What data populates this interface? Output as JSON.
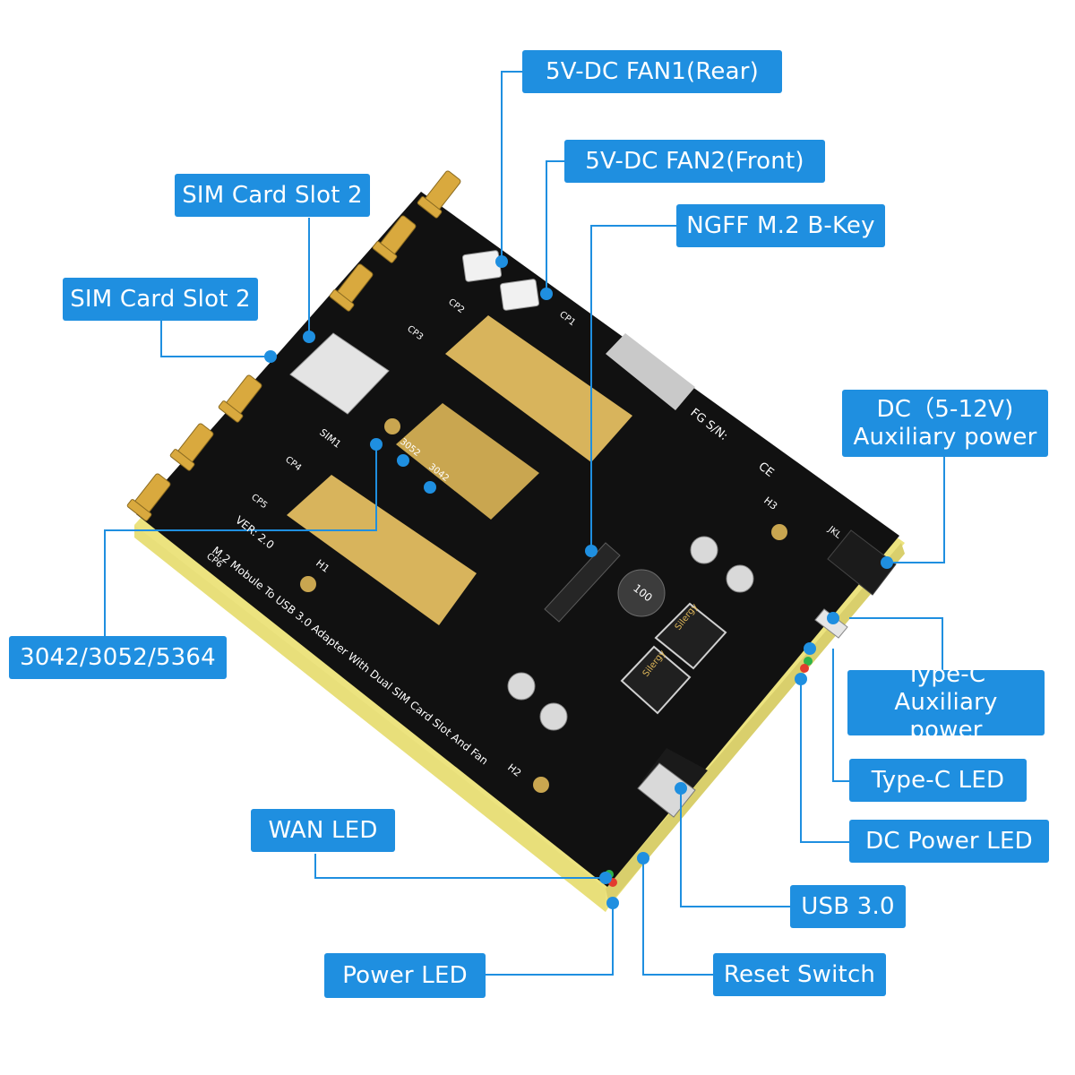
{
  "callouts": {
    "fan1": "5V-DC FAN1(Rear)",
    "fan2": "5V-DC FAN2(Front)",
    "sim2_top": "SIM Card Slot 2",
    "ngff": "NGFF M.2 B-Key",
    "sim2_left": "SIM Card Slot 2",
    "dc_line1": "DC（5-12V)",
    "dc_line2": "Auxiliary power",
    "module_sizes": "3042/3052/5364",
    "typec_line1": "Type-C",
    "typec_line2": "Auxiliary power",
    "typec_led": "Type-C LED",
    "dc_power_led": "DC Power LED",
    "wan_led": "WAN LED",
    "usb3": "USB 3.0",
    "power_led": "Power LED",
    "reset_switch": "Reset Switch"
  },
  "board": {
    "fg_sn": "FG S/N:",
    "ce": "CE",
    "sim1": "SIM1",
    "title_line": "M.2 Mobule To USB 3.0 Adapter With Dual SIM Card Slot And Fan",
    "version": "VER: 2.0",
    "cp1": "CP1",
    "cp2": "CP2",
    "cp3": "CP3",
    "cp4": "CP4",
    "cp5": "CP5",
    "cp6": "CP6",
    "h1": "H1",
    "h2": "H2",
    "h3": "H3",
    "jkl": "JKL",
    "inductor": "100",
    "chip1": "Silergy",
    "chip2": "Silergy",
    "s3052": "3052",
    "s3042": "3042"
  },
  "colors": {
    "accent": "#1f8fe0",
    "board": "#111111",
    "gold": "#e0b85a",
    "edge": "#f2ea9a"
  }
}
